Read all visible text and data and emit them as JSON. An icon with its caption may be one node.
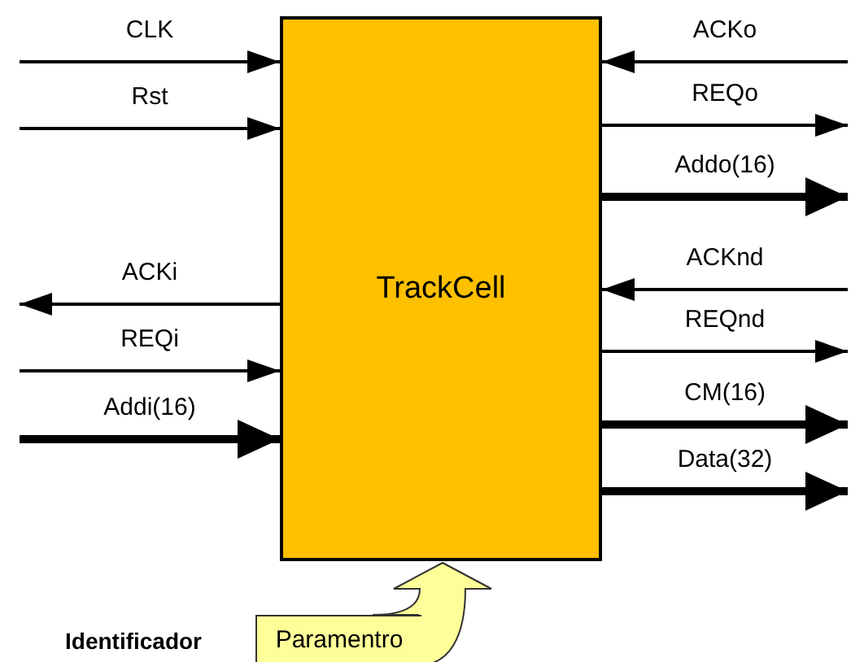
{
  "diagram": {
    "nodes": [
      {
        "text": [
          "TrackCell"
        ]
      },
      {
        "text": [
          "Paramentro"
        ]
      }
    ],
    "edges": [
      {
        "from": null,
        "to": 0,
        "arrow": "to",
        "label": "CLK"
      },
      {
        "from": null,
        "to": 0,
        "arrow": "to",
        "label": "Rst"
      },
      {
        "from": 0,
        "to": null,
        "arrow": "to",
        "label": "ACKi"
      },
      {
        "from": null,
        "to": 0,
        "arrow": "to",
        "label": "REQi"
      },
      {
        "from": null,
        "to": 0,
        "arrow": "to",
        "label": "Addi(16)",
        "style": "thick"
      },
      {
        "from": null,
        "to": 0,
        "arrow": "to",
        "label": "ACKo"
      },
      {
        "from": 0,
        "to": null,
        "arrow": "to",
        "label": "REQo"
      },
      {
        "from": 0,
        "to": null,
        "arrow": "to",
        "label": "Addo(16)",
        "style": "thick"
      },
      {
        "from": null,
        "to": 0,
        "arrow": "to",
        "label": "ACKnd"
      },
      {
        "from": 0,
        "to": null,
        "arrow": "to",
        "label": "REQnd"
      },
      {
        "from": 0,
        "to": null,
        "arrow": "to",
        "label": "CM(16)",
        "style": "thick"
      },
      {
        "from": 0,
        "to": null,
        "arrow": "to",
        "label": "Data(32)",
        "style": "thick"
      },
      {
        "from": 1,
        "to": 0,
        "arrow": "to"
      }
    ],
    "labels": [
      "Identificador"
    ]
  }
}
